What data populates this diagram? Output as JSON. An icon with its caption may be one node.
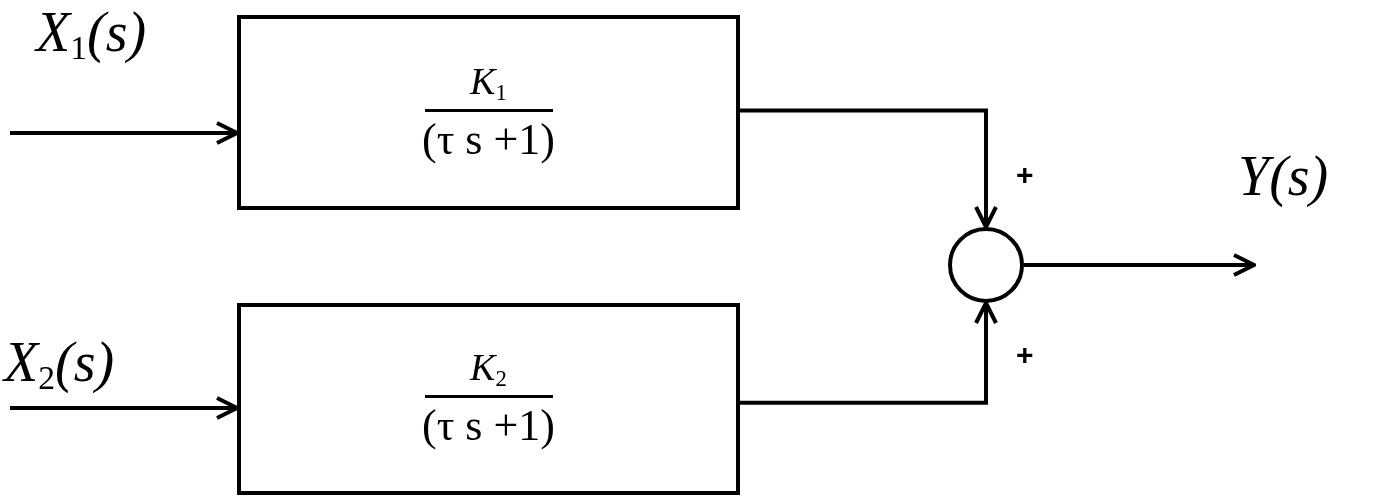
{
  "diagram": {
    "nodes": [
      {
        "text": [
          "K$_{1}$",
          "(τ s +1)"
        ]
      },
      {
        "text": [
          "K$_{2}$",
          "(τ s +1)"
        ]
      },
      {
        "text": [],
        "shape": "circle"
      }
    ],
    "edges": [
      {
        "from": null,
        "to": 0,
        "arrow": "to",
        "label": "X$_{1}$(s)"
      },
      {
        "from": null,
        "to": 1,
        "arrow": "to",
        "label": "X$_{2}$(s)"
      },
      {
        "from": 0,
        "to": 2,
        "arrow": "to",
        "label": "+"
      },
      {
        "from": 1,
        "to": 2,
        "arrow": "to",
        "label": "+"
      },
      {
        "from": 2,
        "to": null,
        "arrow": "to",
        "label": "Y(s)"
      }
    ]
  }
}
